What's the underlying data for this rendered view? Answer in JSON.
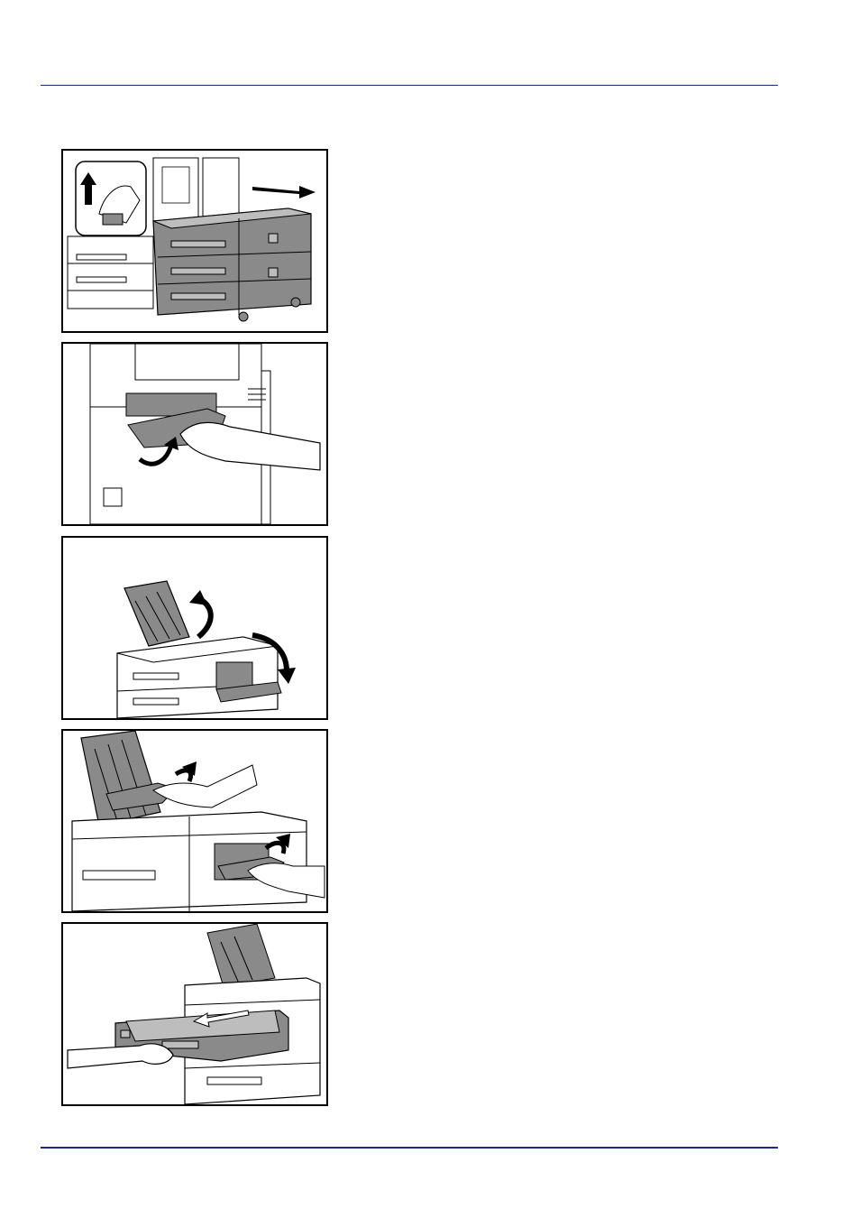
{
  "page": {
    "header_text": "",
    "footer_text": ""
  },
  "figures": [
    {
      "name": "figure-pull-side-feeder",
      "caption": ""
    },
    {
      "name": "figure-remove-jammed-paper-left",
      "caption": ""
    },
    {
      "name": "figure-open-covers",
      "caption": ""
    },
    {
      "name": "figure-remove-paper-from-covers",
      "caption": ""
    },
    {
      "name": "figure-pull-out-drawer",
      "caption": ""
    }
  ],
  "colors": {
    "rule": "#1a2a7a",
    "machine_gray": "#8a8a8a",
    "outline": "#000000"
  }
}
